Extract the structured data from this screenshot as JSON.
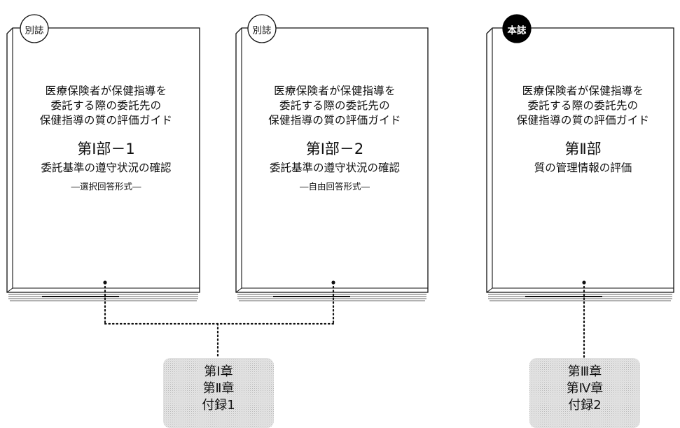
{
  "books": [
    {
      "badge": "別誌",
      "title_lines": [
        "医療保険者が保健指導を",
        "委託する際の委託先の",
        "保健指導の質の評価ガイド"
      ],
      "part": "第Ⅰ部－1",
      "subtitle": "委託基準の遵守状況の確認",
      "format": "―選択回答形式―"
    },
    {
      "badge": "別誌",
      "title_lines": [
        "医療保険者が保健指導を",
        "委託する際の委託先の",
        "保健指導の質の評価ガイド"
      ],
      "part": "第Ⅰ部－2",
      "subtitle": "委託基準の遵守状況の確認",
      "format": "―自由回答形式―"
    },
    {
      "badge": "本誌",
      "title_lines": [
        "医療保険者が保健指導を",
        "委託する際の委託先の",
        "保健指導の質の評価ガイド"
      ],
      "part": "第Ⅱ部",
      "subtitle": "質の管理情報の評価",
      "format": ""
    }
  ],
  "chapter_boxes": [
    {
      "lines": [
        "第Ⅰ章",
        "第Ⅱ章",
        "付録1"
      ]
    },
    {
      "lines": [
        "第Ⅲ章",
        "第Ⅳ章",
        "付録2"
      ]
    }
  ],
  "colors": {
    "ink": "#111111",
    "badge_dark": "#000000",
    "box_fill": "#e2e2e2"
  }
}
